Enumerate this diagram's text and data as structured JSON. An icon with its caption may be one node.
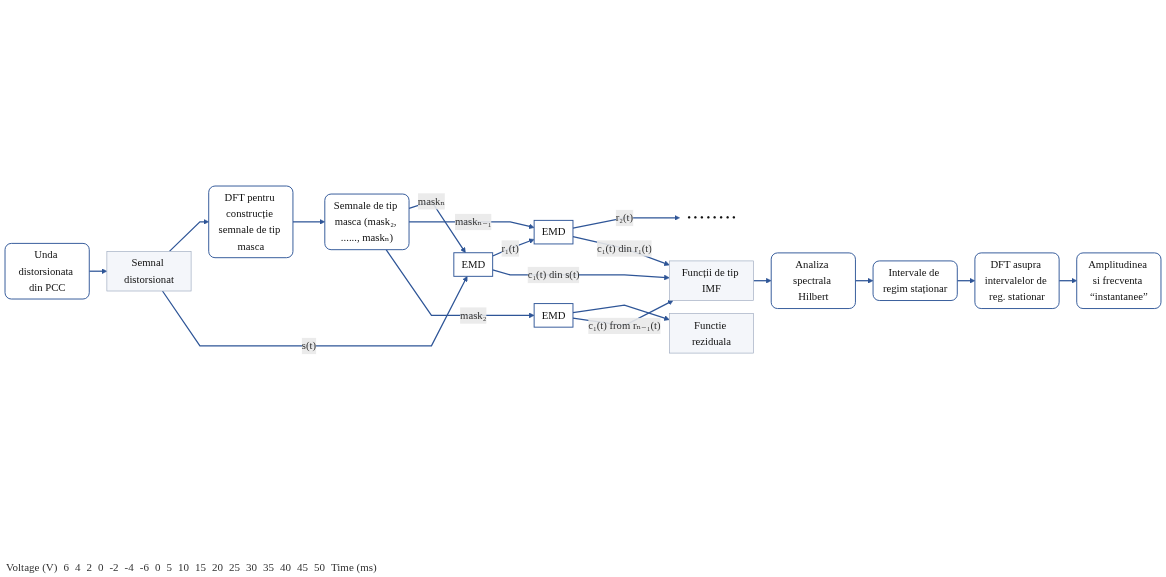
{
  "diagram": {
    "nodes": [
      {
        "text": [
          "DFT pentru construcție semnale de tip masca"
        ]
      },
      {
        "text": [
          "Semnale de tip masca (mask₂, ......, maskₙ)"
        ]
      },
      {
        "text": [
          "Semnal distorsionat"
        ]
      },
      {
        "text": [
          "EMD"
        ]
      },
      {
        "text": [
          "EMD"
        ]
      },
      {
        "text": [
          "• • • • • • • •"
        ]
      },
      {
        "text": [
          "EMD"
        ]
      },
      {
        "text": [
          "Functie reziduala"
        ]
      },
      {
        "text": [
          "Unda distorsionata din PCC"
        ]
      },
      {
        "text": [
          "Funcții de tip IMF"
        ]
      },
      {
        "text": [
          "Analiza spectrala Hilbert"
        ]
      },
      {
        "text": [
          "Intervale de regim staționar"
        ]
      },
      {
        "text": [
          "DFT asupra intervalelor de reg. stationar"
        ]
      },
      {
        "text": [
          "Amplitudinea si frecventa “instantanee”"
        ]
      }
    ],
    "edges": [
      {
        "from": 2,
        "to": 0,
        "arrow": "to"
      },
      {
        "from": 0,
        "to": 1,
        "arrow": "to"
      },
      {
        "from": 8,
        "to": 2,
        "arrow": "to"
      },
      {
        "from": 2,
        "to": 3,
        "arrow": "to",
        "label": "s(t)"
      },
      {
        "from": 1,
        "to": 3,
        "arrow": "to",
        "label": "maskₙ"
      },
      {
        "from": 1,
        "to": 4,
        "arrow": "to",
        "label": "maskₙ₋₁"
      },
      {
        "from": 1,
        "to": 6,
        "arrow": "to",
        "label": "mask₂"
      },
      {
        "from": 3,
        "to": 4,
        "arrow": "to",
        "label": "r₁(t)"
      },
      {
        "from": 4,
        "to": 5,
        "arrow": "to",
        "label": "r₂(t)"
      },
      {
        "from": 6,
        "to": 7,
        "arrow": "to"
      },
      {
        "from": 3,
        "to": 9,
        "arrow": "to",
        "label": "c₁(t) din s(t)"
      },
      {
        "from": 4,
        "to": 9,
        "arrow": "to",
        "label": "c₁(t) din r₁(t)"
      },
      {
        "from": 6,
        "to": 9,
        "arrow": "to",
        "label": "c₁(t) from rₙ₋₁(t)"
      },
      {
        "from": 9,
        "to": 10,
        "arrow": "to"
      },
      {
        "from": 10,
        "to": 11,
        "arrow": "to"
      },
      {
        "from": 11,
        "to": 12,
        "arrow": "to"
      },
      {
        "from": 12,
        "to": 13,
        "arrow": "to"
      }
    ],
    "labels": [
      "Voltage (V)",
      "6",
      "4",
      "2",
      "0",
      "-2",
      "-4",
      "-6",
      "0",
      "5",
      "10",
      "15",
      "20",
      "25",
      "30",
      "35",
      "40",
      "45",
      "50",
      "Time (ms)"
    ]
  }
}
